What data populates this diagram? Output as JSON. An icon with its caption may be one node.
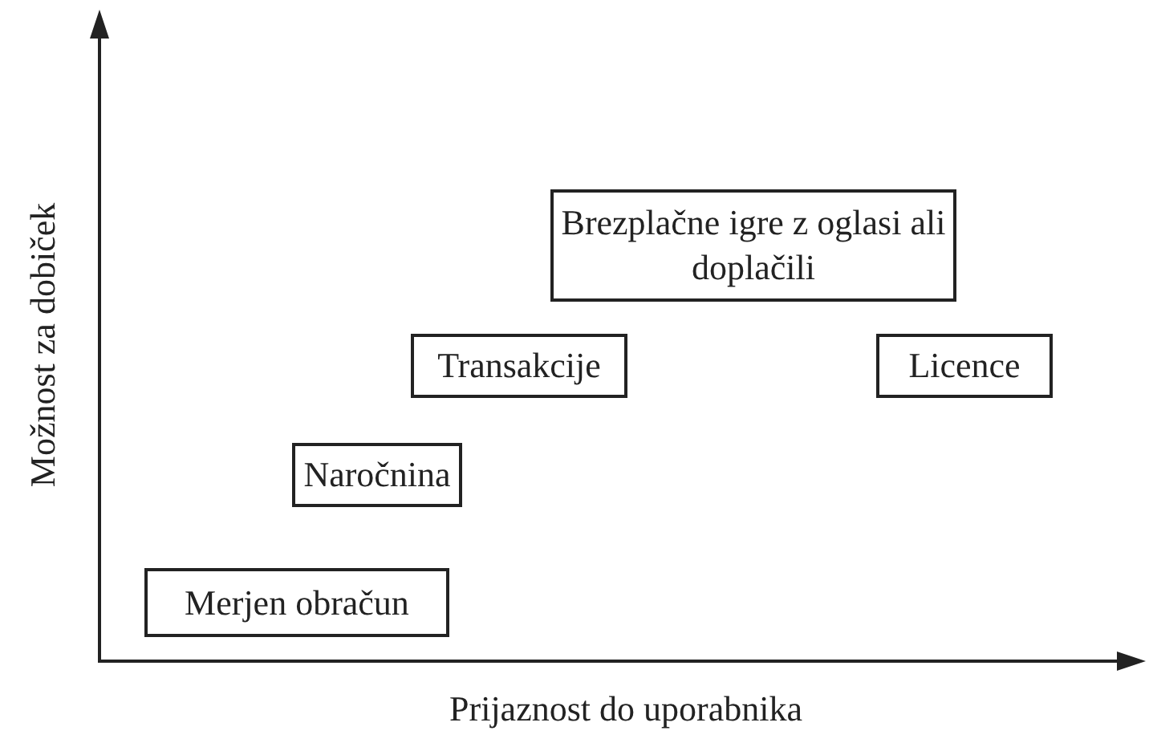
{
  "diagram": {
    "nodes": [
      {
        "text": [
          "Brezplačne igre z oglasi ali doplačili"
        ]
      },
      {
        "text": [
          "Transakcije"
        ]
      },
      {
        "text": [
          "Licence"
        ]
      },
      {
        "text": [
          "Naročnina"
        ]
      },
      {
        "text": [
          "Merjen obračun"
        ]
      }
    ],
    "labels": [
      "Možnost za dobiček",
      "Prijaznost do uporabnika"
    ]
  }
}
